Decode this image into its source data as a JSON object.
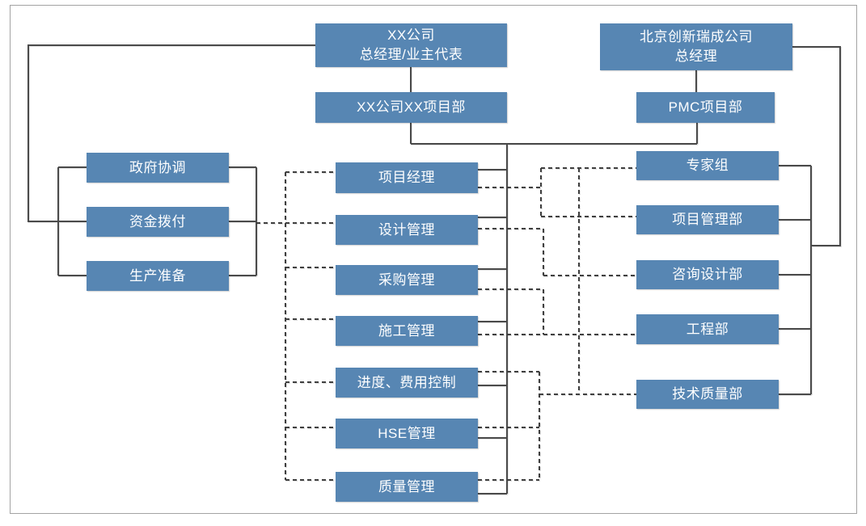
{
  "colors": {
    "box_fill": "#5786b3",
    "box_text": "#ffffff",
    "solid_line": "#4a4a4a",
    "dashed_line": "#3f3f3f",
    "frame_border": "#a3a3a3",
    "background": "#ffffff"
  },
  "nodes": {
    "owner_gm": {
      "line1": "XX公司",
      "line2": "总经理/业主代表"
    },
    "owner_project_dept": "XX公司XX项目部",
    "pmc_gm": {
      "line1": "北京创新瑞成公司",
      "line2": "总经理"
    },
    "pmc_project_dept": "PMC项目部",
    "left": [
      "政府协调",
      "资金拨付",
      "生产准备"
    ],
    "middle": [
      "项目经理",
      "设计管理",
      "采购管理",
      "施工管理",
      "进度、费用控制",
      "HSE管理",
      "质量管理"
    ],
    "right": [
      "专家组",
      "项目管理部",
      "咨询设计部",
      "工程部",
      "技术质量部"
    ]
  }
}
